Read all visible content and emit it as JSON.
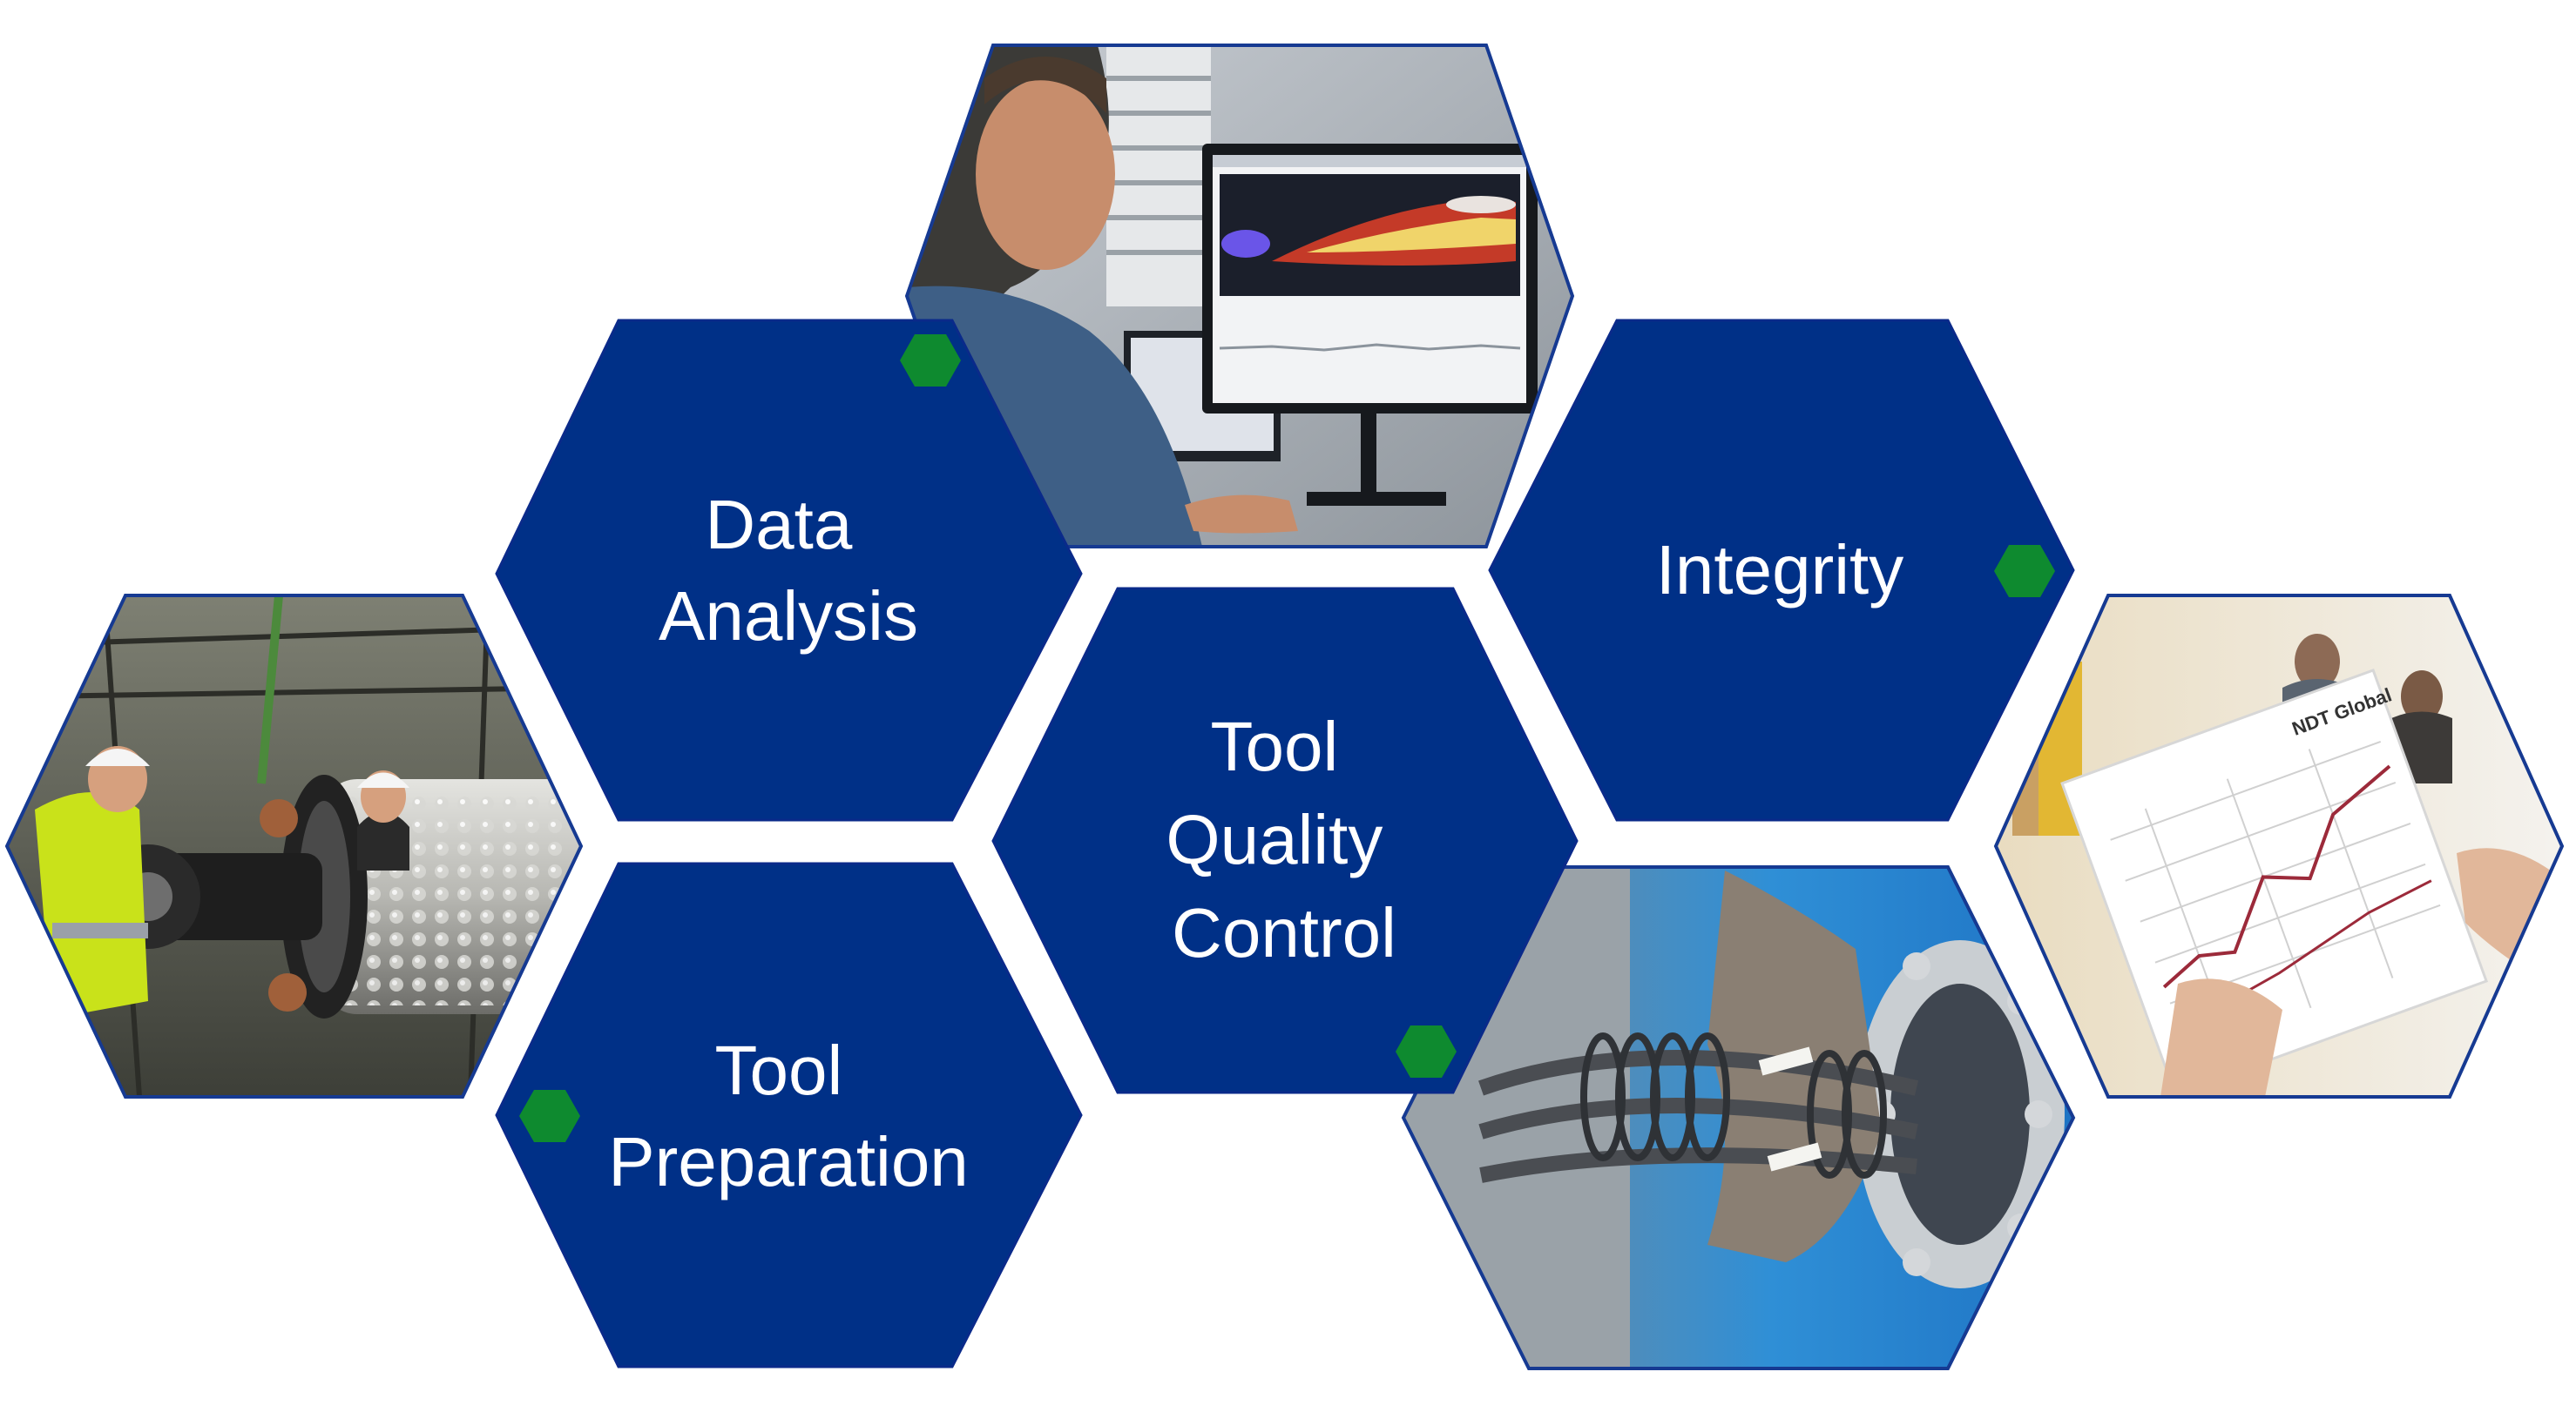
{
  "colors": {
    "hex_fill": "#003087",
    "hex_border": "#0a2a8a",
    "accent_hex": "#0e8a2f",
    "photo_border": "#163a92"
  },
  "hexagons": {
    "data_analysis": {
      "line1": "Data",
      "line2": "Analysis"
    },
    "tool_quality_control": {
      "line1": "Tool",
      "line2": "Quality",
      "line3": "Control"
    },
    "integrity": {
      "line1": "Integrity"
    },
    "tool_preparation": {
      "line1": "Tool",
      "line2": "Preparation"
    }
  },
  "photos": {
    "analyst_workstation": {
      "icon": "monitor-photo"
    },
    "tool_handling": {
      "icon": "workers-photo"
    },
    "sensor_cables": {
      "icon": "cables-photo"
    },
    "report_review": {
      "icon": "report-photo",
      "logo": "NDT Global"
    }
  }
}
